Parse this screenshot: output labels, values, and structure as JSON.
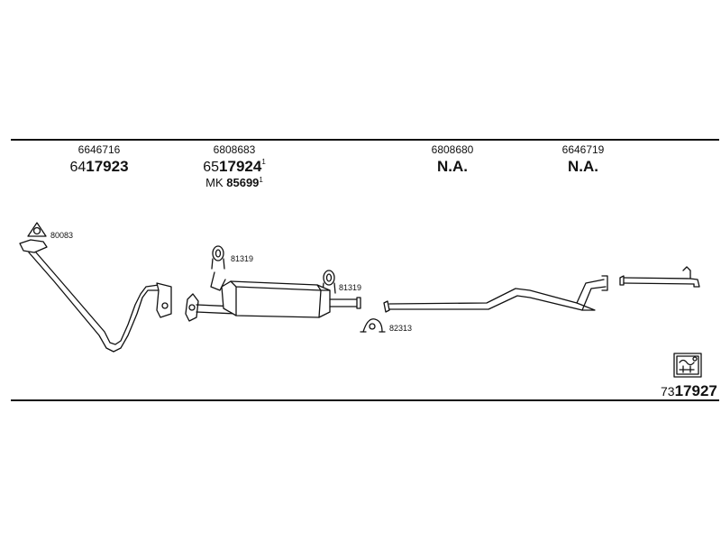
{
  "header_parts": [
    {
      "oem": "6646716",
      "part_prefix": "64",
      "part_number": "17923",
      "note": "",
      "mk_prefix": "",
      "mk_number": "",
      "mk_note": ""
    },
    {
      "oem": "6808683",
      "part_prefix": "65",
      "part_number": "17924",
      "note": "1",
      "mk_prefix": "MK",
      "mk_number": "85699",
      "mk_note": "1"
    },
    {
      "oem": "6808680",
      "part_prefix": "",
      "part_number": "N.A.",
      "note": "",
      "mk_prefix": "",
      "mk_number": "",
      "mk_note": ""
    },
    {
      "oem": "6646719",
      "part_prefix": "",
      "part_number": "N.A.",
      "note": "",
      "mk_prefix": "",
      "mk_number": "",
      "mk_note": ""
    }
  ],
  "fittings": {
    "gasket_front": "80083",
    "hanger_front": "81319",
    "hanger_rear": "81319",
    "clamp": "82313"
  },
  "kit": {
    "prefix": "73",
    "number": "17927",
    "icon": "kit-box-icon"
  }
}
